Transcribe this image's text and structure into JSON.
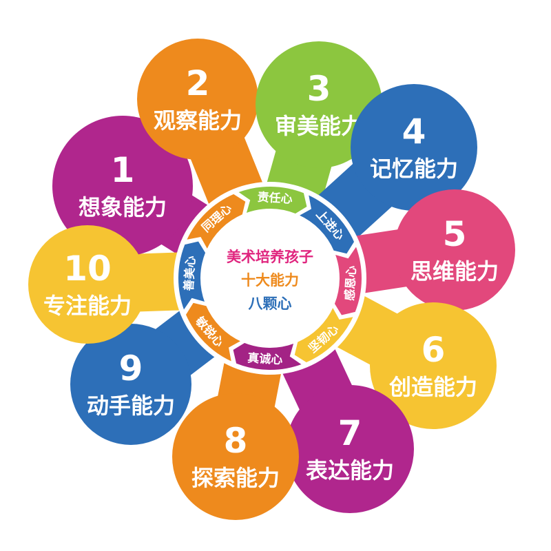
{
  "abilities": [
    {
      "num": "1",
      "label": "想象能力",
      "color": "#b0268d"
    },
    {
      "num": "2",
      "label": "观察能力",
      "color": "#ee8a1d"
    },
    {
      "num": "3",
      "label": "审美能力",
      "color": "#8cc63f"
    },
    {
      "num": "4",
      "label": "记忆能力",
      "color": "#2d6fb8"
    },
    {
      "num": "5",
      "label": "思维能力",
      "color": "#e2487c"
    },
    {
      "num": "6",
      "label": "创造能力",
      "color": "#f6c432"
    },
    {
      "num": "7",
      "label": "表达能力",
      "color": "#b0268d"
    },
    {
      "num": "8",
      "label": "探索能力",
      "color": "#ee8a1d"
    },
    {
      "num": "9",
      "label": "动手能力",
      "color": "#2d6fb8"
    },
    {
      "num": "10",
      "label": "专注能力",
      "color": "#f6c432"
    }
  ],
  "hearts": [
    {
      "label": "责任心",
      "color": "#8cc63f"
    },
    {
      "label": "上进心",
      "color": "#2d6fb8"
    },
    {
      "label": "感恩心",
      "color": "#e2487c"
    },
    {
      "label": "坚韧心",
      "color": "#f6c432"
    },
    {
      "label": "真诚心",
      "color": "#a32385"
    },
    {
      "label": "敏锐心",
      "color": "#ee8a1d"
    },
    {
      "label": "善美心",
      "color": "#2d6fb8"
    },
    {
      "label": "同理心",
      "color": "#ee8a1d"
    }
  ],
  "center": {
    "line1": "美术培养孩子",
    "line2": "十大能力",
    "line3": "八颗心",
    "color1": "#e0267f",
    "color2": "#ee8a1d",
    "color3": "#2d6fb8"
  }
}
